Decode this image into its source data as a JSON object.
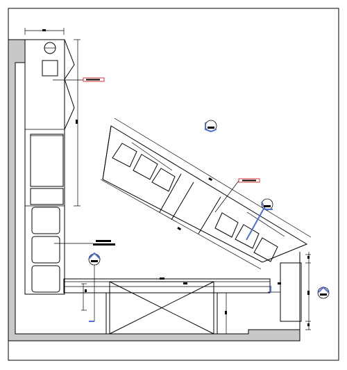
{
  "drawing": {
    "title": "",
    "labels": [],
    "colors": {
      "wall": "#c8c8c8",
      "line": "#000000",
      "section_marker": "#4b6fd6",
      "tag_outline": "#dd3333",
      "background": "#ffffff"
    },
    "section_markers": [
      {
        "name": "marker-top-right"
      },
      {
        "name": "marker-diagonal"
      },
      {
        "name": "marker-left"
      },
      {
        "name": "marker-right-edge"
      }
    ],
    "tags": [
      {
        "name": "tag-cabinet-left"
      },
      {
        "name": "tag-diagonal-counter"
      }
    ]
  }
}
